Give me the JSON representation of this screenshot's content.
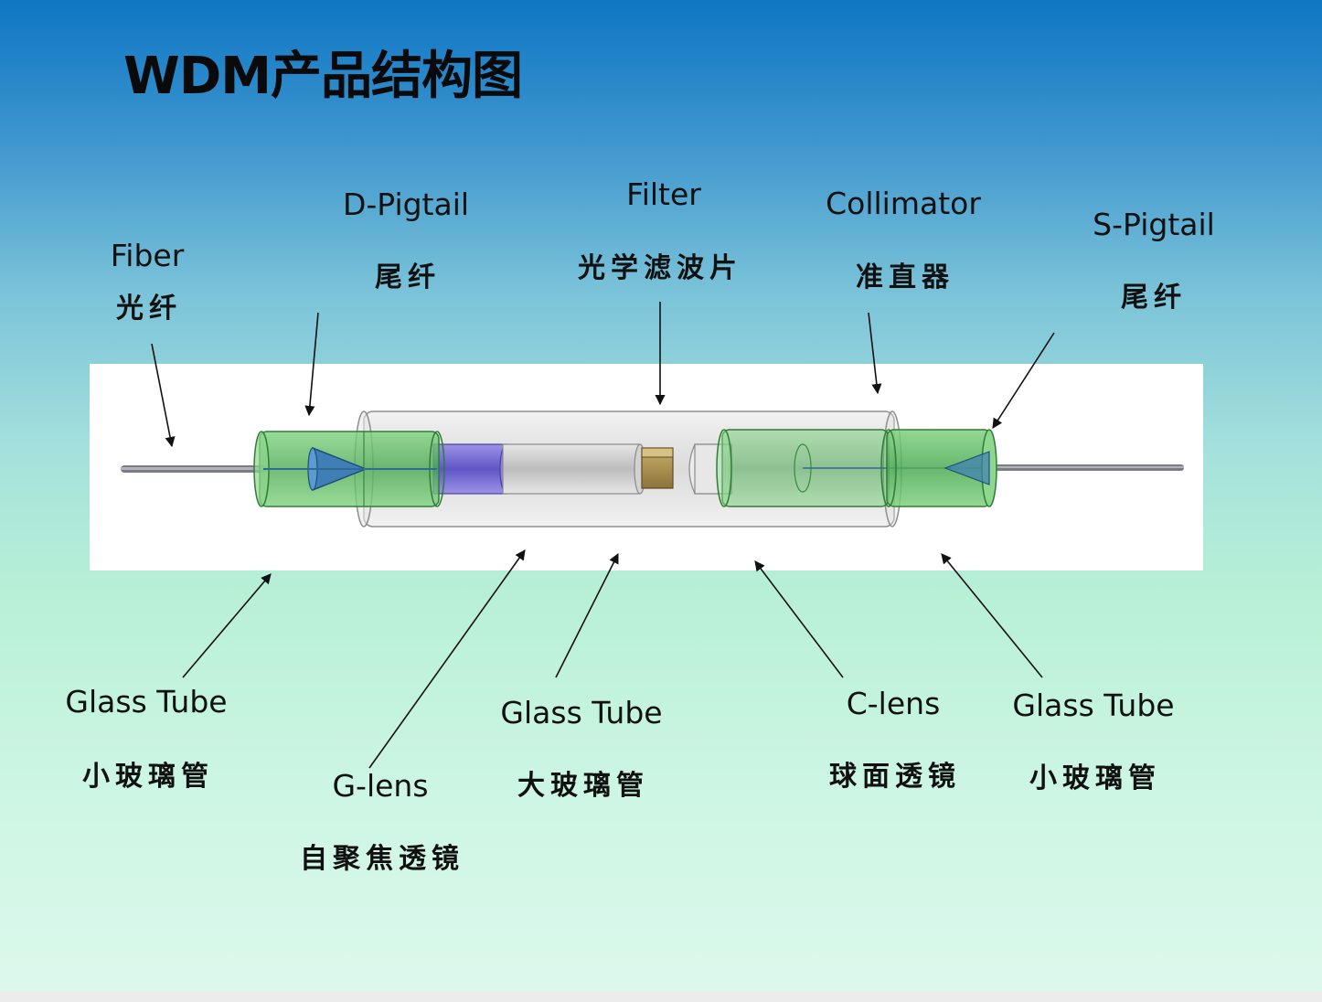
{
  "title": "WDM产品结构图",
  "labels": {
    "fiber": {
      "en": "Fiber",
      "cn": "光纤"
    },
    "d_pigtail": {
      "en": "D-Pigtail",
      "cn": "尾纤"
    },
    "filter": {
      "en": "Filter",
      "cn": "光学滤波片"
    },
    "collimator": {
      "en": "Collimator",
      "cn": "准直器"
    },
    "s_pigtail": {
      "en": "S-Pigtail",
      "cn": "尾纤"
    },
    "glass_tube_left": {
      "en": "Glass Tube",
      "cn": "小玻璃管"
    },
    "g_lens": {
      "en": "G-lens",
      "cn": "自聚焦透镜"
    },
    "glass_tube_center": {
      "en": "Glass Tube",
      "cn": "大玻璃管"
    },
    "c_lens": {
      "en": "C-lens",
      "cn": "球面透镜"
    },
    "glass_tube_right": {
      "en": "Glass Tube",
      "cn": "小玻璃管"
    }
  },
  "colors": {
    "tube_green": "#5cbf63",
    "glass_gray": "#c8c8c8",
    "g_lens_purple": "#7a6fd6",
    "filter_brown": "#a88f4e",
    "fiber_blue": "#3f7fb5"
  }
}
